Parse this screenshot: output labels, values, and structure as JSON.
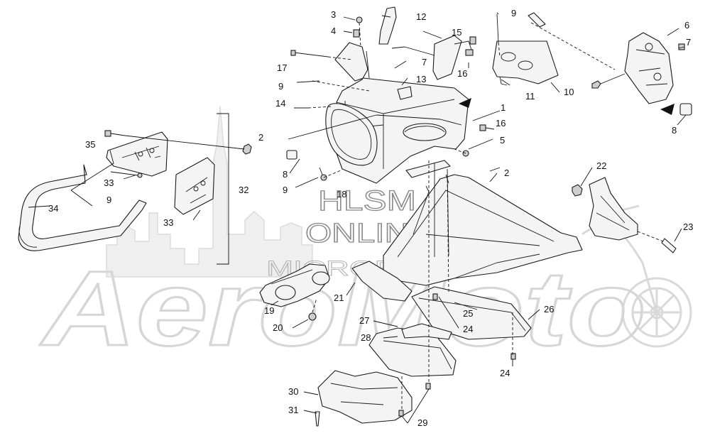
{
  "watermark": {
    "line1": "HLSM",
    "line2": "ONLINE",
    "line3": "MICROFICHE",
    "brand": "AeroMoto"
  },
  "callouts": [
    {
      "id": "c1",
      "text": "1"
    },
    {
      "id": "c2a",
      "text": "2"
    },
    {
      "id": "c2b",
      "text": "2"
    },
    {
      "id": "c3",
      "text": "3"
    },
    {
      "id": "c4",
      "text": "4"
    },
    {
      "id": "c5",
      "text": "5"
    },
    {
      "id": "c6",
      "text": "6"
    },
    {
      "id": "c7a",
      "text": "7"
    },
    {
      "id": "c7b",
      "text": "7"
    },
    {
      "id": "c8a",
      "text": "8"
    },
    {
      "id": "c8b",
      "text": "8"
    },
    {
      "id": "c9a",
      "text": "9"
    },
    {
      "id": "c9b",
      "text": "9"
    },
    {
      "id": "c9c",
      "text": "9"
    },
    {
      "id": "c9d",
      "text": "9"
    },
    {
      "id": "c10",
      "text": "10"
    },
    {
      "id": "c11",
      "text": "11"
    },
    {
      "id": "c12",
      "text": "12"
    },
    {
      "id": "c13",
      "text": "13"
    },
    {
      "id": "c14",
      "text": "14"
    },
    {
      "id": "c15",
      "text": "15"
    },
    {
      "id": "c16a",
      "text": "16"
    },
    {
      "id": "c16b",
      "text": "16"
    },
    {
      "id": "c17",
      "text": "17"
    },
    {
      "id": "c18",
      "text": "18"
    },
    {
      "id": "c19",
      "text": "19"
    },
    {
      "id": "c20",
      "text": "20"
    },
    {
      "id": "c21",
      "text": "21"
    },
    {
      "id": "c22",
      "text": "22"
    },
    {
      "id": "c23",
      "text": "23"
    },
    {
      "id": "c24a",
      "text": "24"
    },
    {
      "id": "c24b",
      "text": "24"
    },
    {
      "id": "c25",
      "text": "25"
    },
    {
      "id": "c26",
      "text": "26"
    },
    {
      "id": "c27",
      "text": "27"
    },
    {
      "id": "c28",
      "text": "28"
    },
    {
      "id": "c29",
      "text": "29"
    },
    {
      "id": "c30",
      "text": "30"
    },
    {
      "id": "c31",
      "text": "31"
    },
    {
      "id": "c32",
      "text": "32"
    },
    {
      "id": "c33a",
      "text": "33"
    },
    {
      "id": "c33b",
      "text": "33"
    },
    {
      "id": "c34",
      "text": "34"
    },
    {
      "id": "c35",
      "text": "35"
    }
  ]
}
